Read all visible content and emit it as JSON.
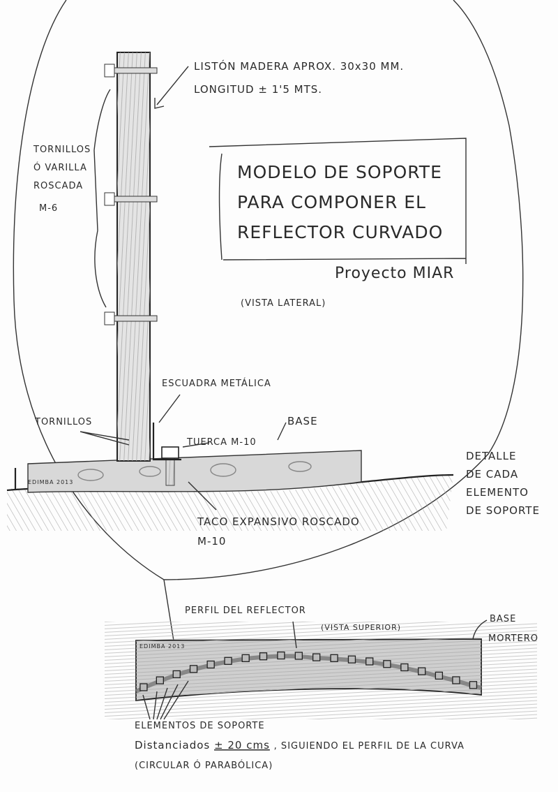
{
  "side_view": {
    "post_label_line1": "LISTÓN MADERA APROX. 30x30 MM.",
    "post_label_line2": "LONGITUD ± 1'5 MTS.",
    "bolts_label": [
      "TORNILLOS",
      "Ó VARILLA",
      "ROSCADA",
      "M-6"
    ],
    "bracket_label": "ESCUADRA METÁLICA",
    "screws_label": "TORNILLOS",
    "nut_label": "TUERCA M-10",
    "base_label": "BASE",
    "anchor_label_line1": "TACO EXPANSIVO ROSCADO",
    "anchor_label_line2": "M-10",
    "view_label": "(VISTA LATERAL)",
    "signature": "EDIMBA 2013"
  },
  "title_box": {
    "lines": [
      "MODELO DE SOPORTE",
      "PARA COMPONER EL",
      "REFLECTOR CURVADO"
    ],
    "project": "Proyecto MIAR"
  },
  "detail_label": [
    "DETALLE",
    "DE CADA",
    "ELEMENTO",
    "DE SOPORTE"
  ],
  "top_view": {
    "profile_label": "PERFIL DEL REFLECTOR",
    "view_label": "(VISTA SUPERIOR)",
    "base_label": [
      "BASE",
      "MORTERO"
    ],
    "elements_label": "ELEMENTOS DE SOPORTE",
    "spacing_prefix": "Distanciados",
    "spacing_value": "± 20 cms",
    "spacing_suffix": ", SIGUIENDO EL PERFIL DE LA CURVA",
    "curve_type": "(CIRCULAR Ó PARABÓLICA)",
    "signature": "EDIMBA 2013"
  }
}
